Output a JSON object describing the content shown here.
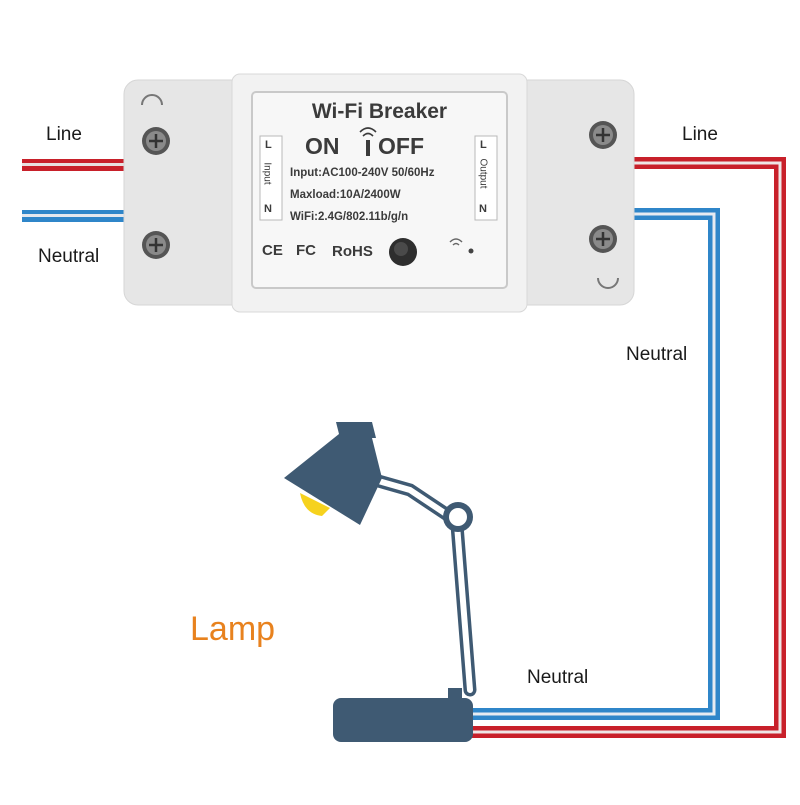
{
  "wires": {
    "line_left": "Line",
    "neutral_left": "Neutral",
    "line_right": "Line",
    "neutral_right": "Neutral",
    "neutral_bottom": "Neutral"
  },
  "lamp": {
    "label": "Lamp"
  },
  "breaker": {
    "title": "Wi-Fi Breaker",
    "on": "ON",
    "off": "OFF",
    "input_spec": "Input:AC100-240V 50/60Hz",
    "maxload": "Maxload:10A/2400W",
    "wifi": "WiFi:2.4G/802.11b/g/n",
    "input_label": "Input",
    "output_label": "Output",
    "term_l": "L",
    "term_n": "N",
    "cert_ce": "CE",
    "cert_fc": "FC",
    "cert_rohs": "RoHS"
  },
  "colors": {
    "line_wire": "#c8202a",
    "neutral_wire": "#2f86c9",
    "lamp_body": "#3f5a73",
    "lamp_label": "#e8821e",
    "device_body": "#ececec"
  }
}
